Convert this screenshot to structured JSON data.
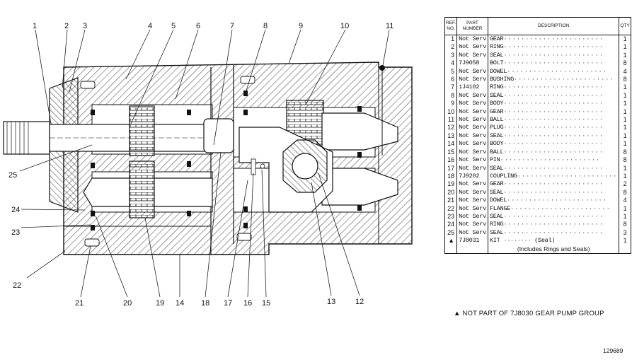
{
  "callouts": [
    "1",
    "2",
    "3",
    "4",
    "5",
    "6",
    "7",
    "8",
    "9",
    "10",
    "11",
    "25",
    "24",
    "23",
    "22",
    "21",
    "20",
    "19",
    "14",
    "18",
    "17",
    "16",
    "15",
    "13",
    "12"
  ],
  "table": {
    "headers": {
      "ref": "REF. NO.",
      "part": "PART NUMBER",
      "desc": "DESCRIPTION",
      "qty": "QTY"
    },
    "rows": [
      {
        "ref": "1",
        "part": "Not Serv",
        "desc": "GEAR",
        "qty": "1"
      },
      {
        "ref": "2",
        "part": "Not Serv",
        "desc": "RING",
        "qty": "1"
      },
      {
        "ref": "3",
        "part": "Not Serv",
        "desc": "SEAL",
        "qty": "1"
      },
      {
        "ref": "4",
        "part": "7J9058",
        "desc": "BOLT",
        "qty": "8"
      },
      {
        "ref": "5",
        "part": "Not Serv",
        "desc": "DOWEL",
        "qty": "4"
      },
      {
        "ref": "6",
        "part": "Not Serv",
        "desc": "BUSHING",
        "qty": "8"
      },
      {
        "ref": "7",
        "part": "1J4102",
        "desc": "RING",
        "qty": "1"
      },
      {
        "ref": "8",
        "part": "Not Serv",
        "desc": "SEAL",
        "qty": "1"
      },
      {
        "ref": "9",
        "part": "Not Serv",
        "desc": "BODY",
        "qty": "1"
      },
      {
        "ref": "10",
        "part": "Not Serv",
        "desc": "GEAR",
        "qty": "1"
      },
      {
        "ref": "11",
        "part": "Not Serv",
        "desc": "BALL",
        "qty": "1"
      },
      {
        "ref": "12",
        "part": "Not Serv",
        "desc": "PLUG",
        "qty": "1"
      },
      {
        "ref": "13",
        "part": "Not Serv",
        "desc": "SEAL",
        "qty": "1"
      },
      {
        "ref": "14",
        "part": "Not Serv",
        "desc": "BODY",
        "qty": "1"
      },
      {
        "ref": "15",
        "part": "Not Serv",
        "desc": "BALL",
        "qty": "8"
      },
      {
        "ref": "16",
        "part": "Not Serv",
        "desc": "PIN",
        "qty": "8"
      },
      {
        "ref": "17",
        "part": "Not Serv",
        "desc": "SEAL",
        "qty": "1"
      },
      {
        "ref": "18",
        "part": "7J9202",
        "desc": "COUPLING",
        "qty": "1"
      },
      {
        "ref": "19",
        "part": "Not Serv",
        "desc": "GEAR",
        "qty": "2"
      },
      {
        "ref": "20",
        "part": "Not Serv",
        "desc": "SEAL",
        "qty": "8"
      },
      {
        "ref": "21",
        "part": "Not Serv",
        "desc": "DOWEL",
        "qty": "4"
      },
      {
        "ref": "22",
        "part": "Not Serv",
        "desc": "FLANGE",
        "qty": "1"
      },
      {
        "ref": "23",
        "part": "Not Serv",
        "desc": "SEAL",
        "qty": "1"
      },
      {
        "ref": "24",
        "part": "Not Serv",
        "desc": "RING",
        "qty": "8"
      },
      {
        "ref": "25",
        "part": "Not Serv",
        "desc": "SEAL",
        "qty": "3"
      }
    ],
    "kit": {
      "ref": "▲",
      "part": "7J8031",
      "desc": "KIT",
      "desc_note": "(Seal)",
      "qty": "1"
    },
    "kit_note": "(Includes Rings and Seals)"
  },
  "footnote": "▲ NOT PART OF 7J8030 GEAR PUMP GROUP",
  "figure_code": "129689"
}
